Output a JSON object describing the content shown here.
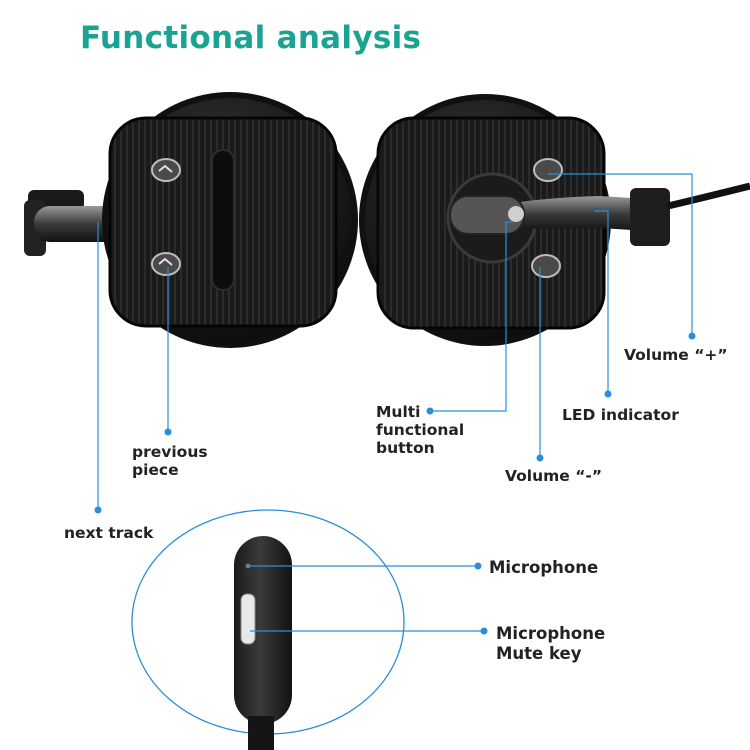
{
  "title": "Functional analysis",
  "labels": {
    "volume_plus": "Volume  “+”",
    "led_indicator": "LED indicator",
    "multi_functional_button": "Multi\nfunctional\nbutton",
    "previous_piece": "previous\npiece",
    "volume_minus": "Volume  “-”",
    "next_track": "next track",
    "microphone": "Microphone",
    "microphone_mute_key": "Microphone\nMute key"
  },
  "colors": {
    "title": "#1aa393",
    "callout": "#2a8fd6",
    "earcup": "#141414"
  }
}
